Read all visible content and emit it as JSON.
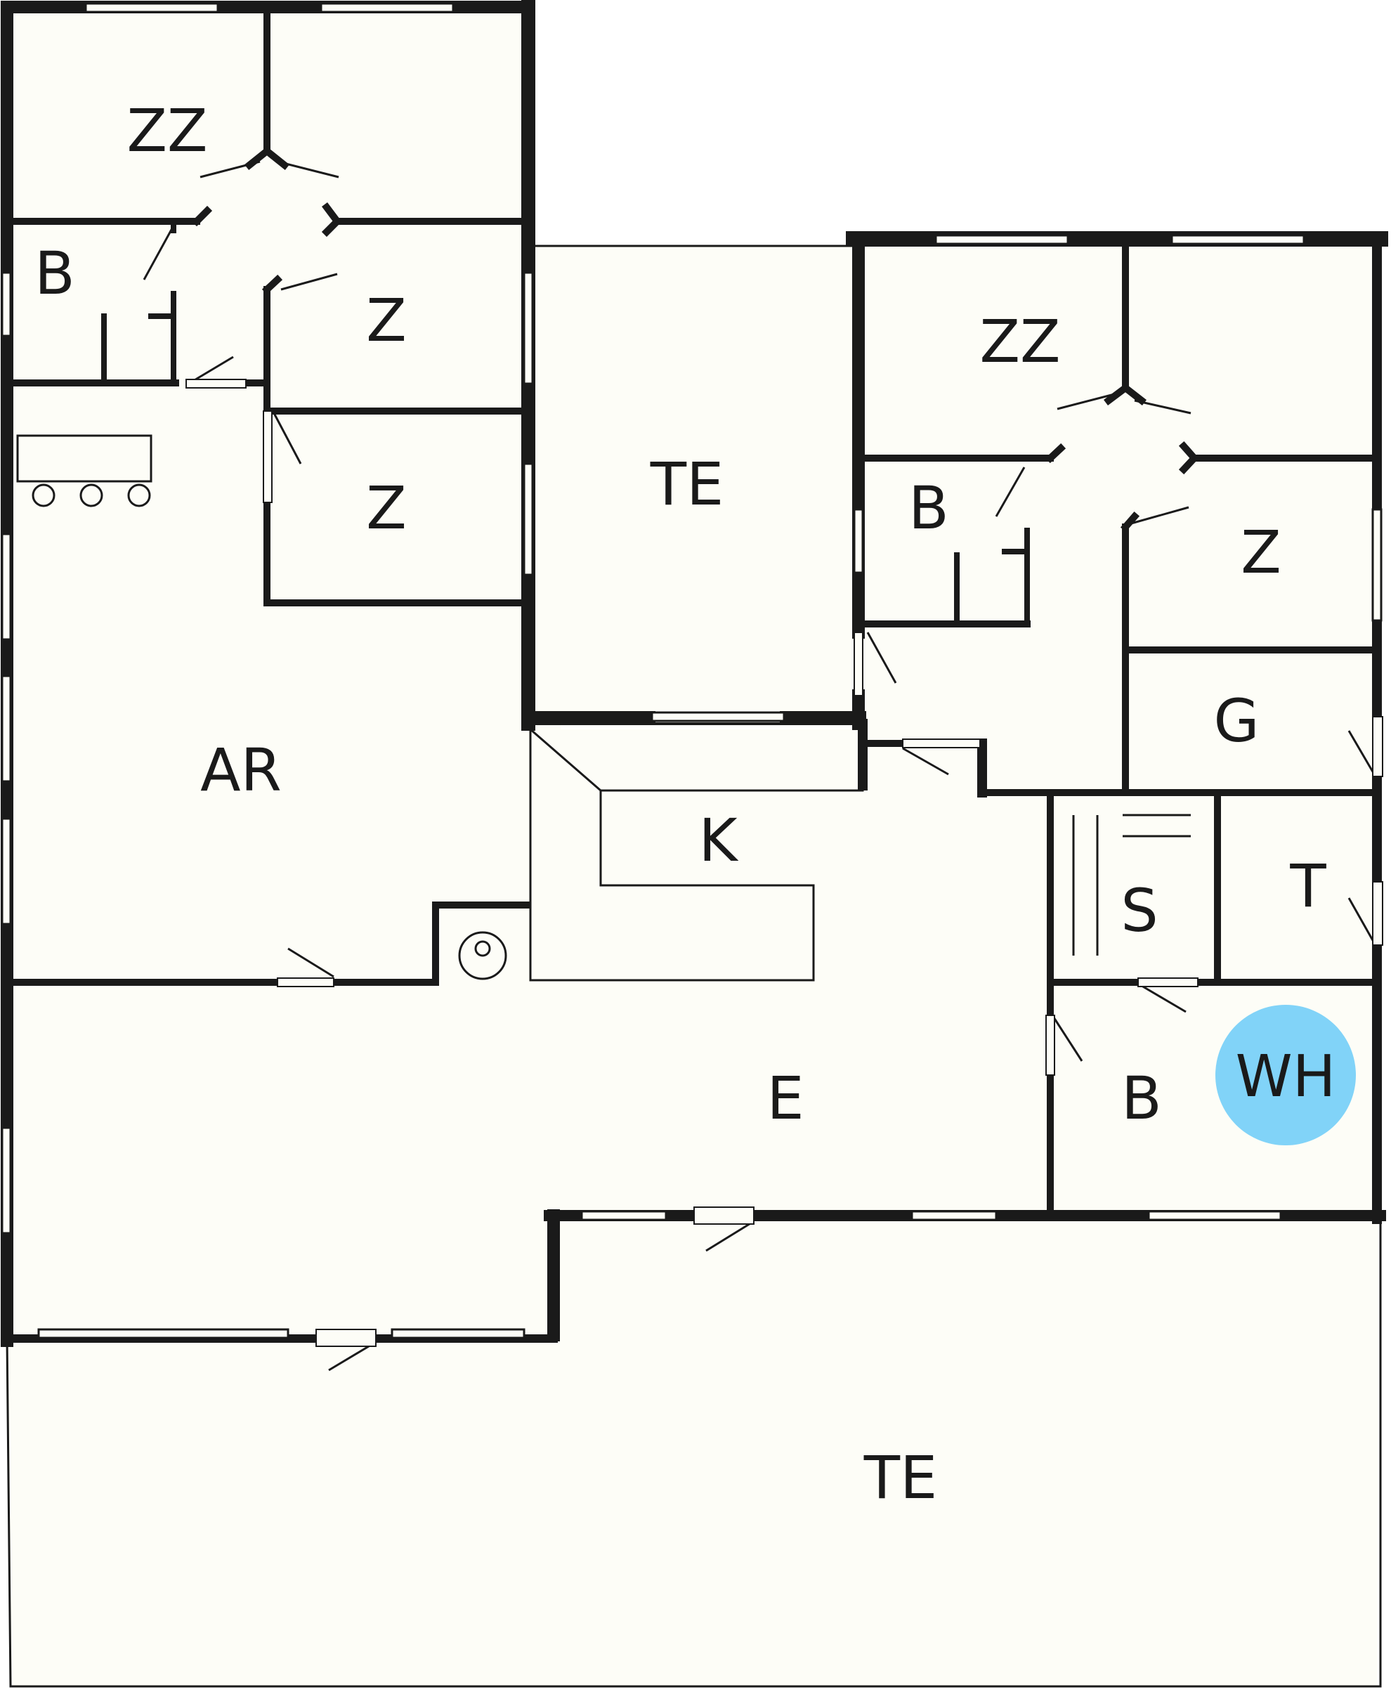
{
  "plan": {
    "rooms": {
      "zz_west": "ZZ",
      "b_west": "B",
      "z_west_upper": "Z",
      "z_west_lower": "Z",
      "ar": "AR",
      "te_center": "TE",
      "k": "K",
      "zz_east": "ZZ",
      "b_east": "B",
      "z_east": "Z",
      "g": "G",
      "s": "S",
      "t": "T",
      "e": "E",
      "b_south": "B",
      "te_south": "TE"
    },
    "badge": {
      "label": "WH",
      "color": "#81d3f8"
    },
    "colors": {
      "wall": "#1a1a1a",
      "floor": "#fdfdf7",
      "line": "#1a1a1a"
    }
  }
}
